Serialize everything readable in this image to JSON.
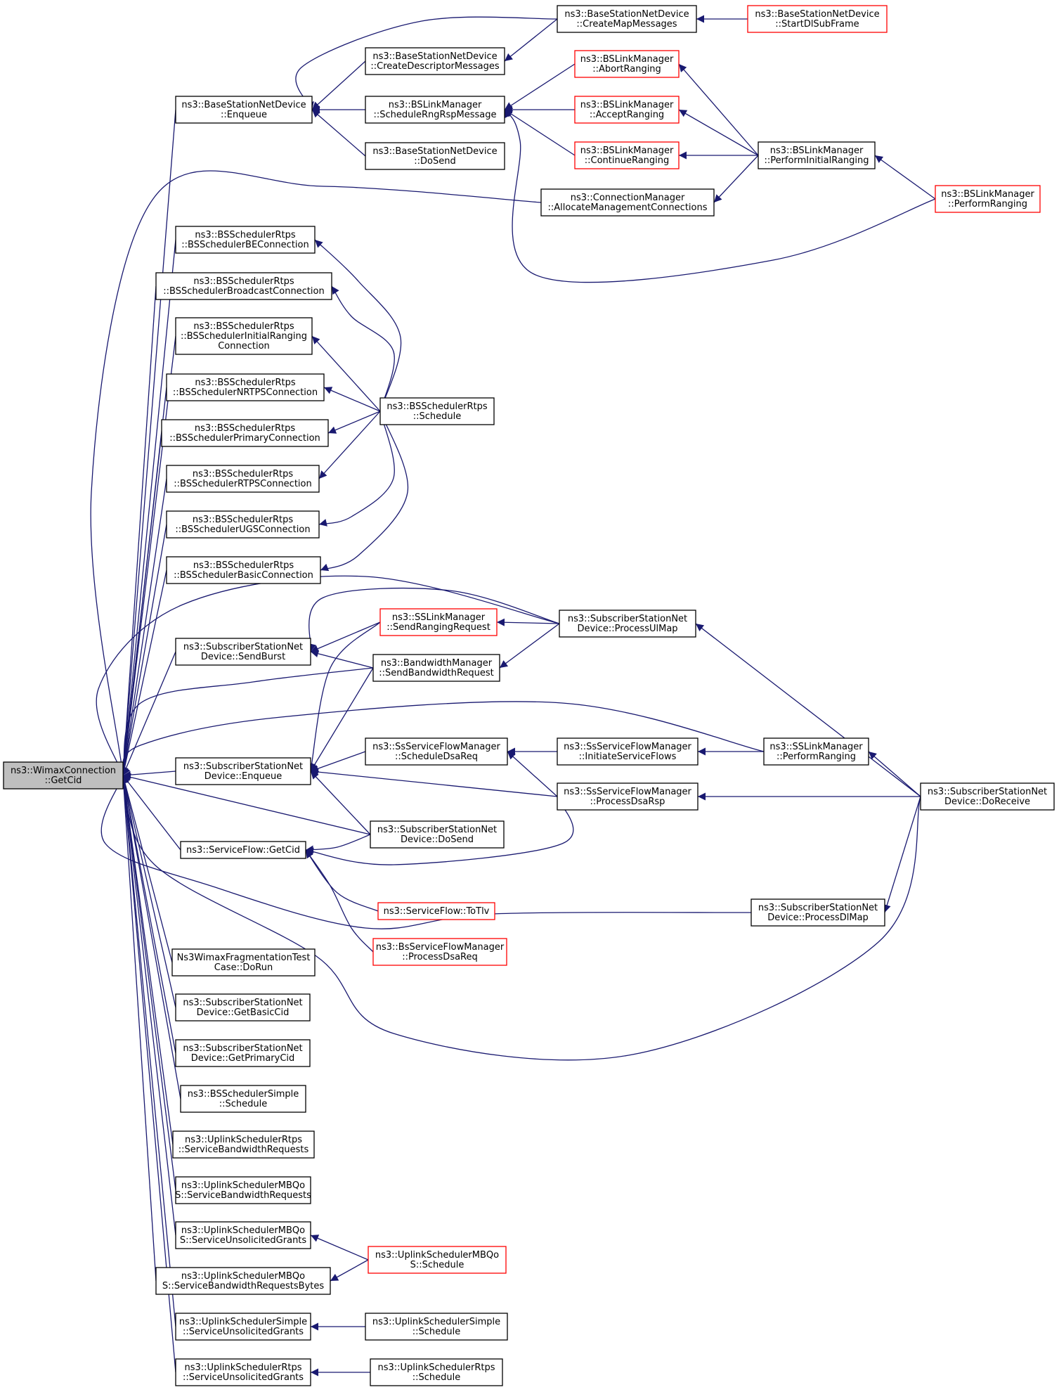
{
  "colors": {
    "edge": "#191970",
    "node_border": "#000000",
    "node_border_truncated": "#ff0000",
    "root_fill": "#bfbfbf",
    "node_fill": "#ffffff"
  },
  "nodes": [
    {
      "id": "root",
      "lines": [
        "ns3::WimaxConnection",
        "::GetCid"
      ],
      "style": "root"
    },
    {
      "id": "bsnd_enq",
      "lines": [
        "ns3::BaseStationNetDevice",
        "::Enqueue"
      ],
      "style": "normal"
    },
    {
      "id": "bsnd_cmm",
      "lines": [
        "ns3::BaseStationNetDevice",
        "::CreateMapMessages"
      ],
      "style": "normal"
    },
    {
      "id": "bsnd_sdl",
      "lines": [
        "ns3::BaseStationNetDevice",
        "::StartDlSubFrame"
      ],
      "style": "truncated"
    },
    {
      "id": "bsnd_cdm",
      "lines": [
        "ns3::BaseStationNetDevice",
        "::CreateDescriptorMessages"
      ],
      "style": "normal"
    },
    {
      "id": "bslm_srr",
      "lines": [
        "ns3::BSLinkManager",
        "::ScheduleRngRspMessage"
      ],
      "style": "normal"
    },
    {
      "id": "bsnd_dos",
      "lines": [
        "ns3::BaseStationNetDevice",
        "::DoSend"
      ],
      "style": "normal"
    },
    {
      "id": "bslm_abr",
      "lines": [
        "ns3::BSLinkManager",
        "::AbortRanging"
      ],
      "style": "truncated"
    },
    {
      "id": "bslm_acr",
      "lines": [
        "ns3::BSLinkManager",
        "::AcceptRanging"
      ],
      "style": "truncated"
    },
    {
      "id": "bslm_cr",
      "lines": [
        "ns3::BSLinkManager",
        "::ContinueRanging"
      ],
      "style": "truncated"
    },
    {
      "id": "bslm_pir",
      "lines": [
        "ns3::BSLinkManager",
        "::PerformInitialRanging"
      ],
      "style": "normal"
    },
    {
      "id": "bslm_pr",
      "lines": [
        "ns3::BSLinkManager",
        "::PerformRanging"
      ],
      "style": "truncated"
    },
    {
      "id": "cm_amc",
      "lines": [
        "ns3::ConnectionManager",
        "::AllocateManagementConnections"
      ],
      "style": "normal"
    },
    {
      "id": "bsr_be",
      "lines": [
        "ns3::BSSchedulerRtps",
        "::BSSchedulerBEConnection"
      ],
      "style": "normal"
    },
    {
      "id": "bsr_bc",
      "lines": [
        "ns3::BSSchedulerRtps",
        "::BSSchedulerBroadcastConnection"
      ],
      "style": "normal"
    },
    {
      "id": "bsr_ir",
      "lines": [
        "ns3::BSSchedulerRtps",
        "::BSSchedulerInitialRanging",
        "Connection"
      ],
      "style": "normal"
    },
    {
      "id": "bsr_nrt",
      "lines": [
        "ns3::BSSchedulerRtps",
        "::BSSchedulerNRTPSConnection"
      ],
      "style": "normal"
    },
    {
      "id": "bsr_pri",
      "lines": [
        "ns3::BSSchedulerRtps",
        "::BSSchedulerPrimaryConnection"
      ],
      "style": "normal"
    },
    {
      "id": "bsr_rtps",
      "lines": [
        "ns3::BSSchedulerRtps",
        "::BSSchedulerRTPSConnection"
      ],
      "style": "normal"
    },
    {
      "id": "bsr_ugs",
      "lines": [
        "ns3::BSSchedulerRtps",
        "::BSSchedulerUGSConnection"
      ],
      "style": "normal"
    },
    {
      "id": "bsr_bas",
      "lines": [
        "ns3::BSSchedulerRtps",
        "::BSSchedulerBasicConnection"
      ],
      "style": "normal"
    },
    {
      "id": "bsr_sch",
      "lines": [
        "ns3::BSSchedulerRtps",
        "::Schedule"
      ],
      "style": "normal"
    },
    {
      "id": "ssnd_sb",
      "lines": [
        "ns3::SubscriberStationNet",
        "Device::SendBurst"
      ],
      "style": "normal"
    },
    {
      "id": "sslm_srr",
      "lines": [
        "ns3::SSLinkManager",
        "::SendRangingRequest"
      ],
      "style": "truncated"
    },
    {
      "id": "bwm_sbr",
      "lines": [
        "ns3::BandwidthManager",
        "::SendBandwidthRequest"
      ],
      "style": "normal"
    },
    {
      "id": "ssnd_pul",
      "lines": [
        "ns3::SubscriberStationNet",
        "Device::ProcessUlMap"
      ],
      "style": "normal"
    },
    {
      "id": "ssnd_enq",
      "lines": [
        "ns3::SubscriberStationNet",
        "Device::Enqueue"
      ],
      "style": "normal"
    },
    {
      "id": "ssfm_sdr",
      "lines": [
        "ns3::SsServiceFlowManager",
        "::ScheduleDsaReq"
      ],
      "style": "normal"
    },
    {
      "id": "ssfm_isf",
      "lines": [
        "ns3::SsServiceFlowManager",
        "::InitiateServiceFlows"
      ],
      "style": "normal"
    },
    {
      "id": "sslm_pr",
      "lines": [
        "ns3::SSLinkManager",
        "::PerformRanging"
      ],
      "style": "normal"
    },
    {
      "id": "ssfm_pdr",
      "lines": [
        "ns3::SsServiceFlowManager",
        "::ProcessDsaRsp"
      ],
      "style": "normal"
    },
    {
      "id": "ssnd_drc",
      "lines": [
        "ns3::SubscriberStationNet",
        "Device::DoReceive"
      ],
      "style": "normal"
    },
    {
      "id": "ssnd_dos",
      "lines": [
        "ns3::SubscriberStationNet",
        "Device::DoSend"
      ],
      "style": "normal"
    },
    {
      "id": "sf_gc",
      "lines": [
        "ns3::ServiceFlow::GetCid"
      ],
      "style": "normal"
    },
    {
      "id": "sf_tt",
      "lines": [
        "ns3::ServiceFlow::ToTlv"
      ],
      "style": "truncated"
    },
    {
      "id": "bsfm_pdr",
      "lines": [
        "ns3::BsServiceFlowManager",
        "::ProcessDsaReq"
      ],
      "style": "truncated"
    },
    {
      "id": "ssnd_pdl",
      "lines": [
        "ns3::SubscriberStationNet",
        "Device::ProcessDlMap"
      ],
      "style": "normal"
    },
    {
      "id": "wfrag",
      "lines": [
        "Ns3WimaxFragmentationTest",
        "Case::DoRun"
      ],
      "style": "normal"
    },
    {
      "id": "ssnd_gbc",
      "lines": [
        "ns3::SubscriberStationNet",
        "Device::GetBasicCid"
      ],
      "style": "normal"
    },
    {
      "id": "ssnd_gpc",
      "lines": [
        "ns3::SubscriberStationNet",
        "Device::GetPrimaryCid"
      ],
      "style": "normal"
    },
    {
      "id": "bss_sch",
      "lines": [
        "ns3::BSSchedulerSimple",
        "::Schedule"
      ],
      "style": "normal"
    },
    {
      "id": "usr_sbr",
      "lines": [
        "ns3::UplinkSchedulerRtps",
        "::ServiceBandwidthRequests"
      ],
      "style": "normal"
    },
    {
      "id": "usm_sbr",
      "lines": [
        "ns3::UplinkSchedulerMBQo",
        "S::ServiceBandwidthRequests"
      ],
      "style": "normal"
    },
    {
      "id": "usm_sug",
      "lines": [
        "ns3::UplinkSchedulerMBQo",
        "S::ServiceUnsolicitedGrants"
      ],
      "style": "normal"
    },
    {
      "id": "usm_sch",
      "lines": [
        "ns3::UplinkSchedulerMBQo",
        "S::Schedule"
      ],
      "style": "truncated"
    },
    {
      "id": "usm_sbrb",
      "lines": [
        "ns3::UplinkSchedulerMBQo",
        "S::ServiceBandwidthRequestsBytes"
      ],
      "style": "normal"
    },
    {
      "id": "uss_sug",
      "lines": [
        "ns3::UplinkSchedulerSimple",
        "::ServiceUnsolicitedGrants"
      ],
      "style": "normal"
    },
    {
      "id": "uss_sch",
      "lines": [
        "ns3::UplinkSchedulerSimple",
        "::Schedule"
      ],
      "style": "normal"
    },
    {
      "id": "usr_sug",
      "lines": [
        "ns3::UplinkSchedulerRtps",
        "::ServiceUnsolicitedGrants"
      ],
      "style": "normal"
    },
    {
      "id": "usr_sch",
      "lines": [
        "ns3::UplinkSchedulerRtps",
        "::Schedule"
      ],
      "style": "normal"
    }
  ],
  "edges": [
    {
      "from": "bsnd_enq",
      "to": "root"
    },
    {
      "from": "bsnd_cmm",
      "to": "bsnd_enq"
    },
    {
      "from": "bsnd_sdl",
      "to": "bsnd_cmm"
    },
    {
      "from": "bsnd_cdm",
      "to": "bsnd_enq"
    },
    {
      "from": "bsnd_cmm",
      "to": "bsnd_cdm"
    },
    {
      "from": "bslm_srr",
      "to": "bsnd_enq"
    },
    {
      "from": "bsnd_dos",
      "to": "bsnd_enq"
    },
    {
      "from": "bslm_abr",
      "to": "bslm_srr"
    },
    {
      "from": "bslm_acr",
      "to": "bslm_srr"
    },
    {
      "from": "bslm_cr",
      "to": "bslm_srr"
    },
    {
      "from": "bslm_pr",
      "to": "bslm_srr"
    },
    {
      "from": "bslm_pir",
      "to": "bslm_abr"
    },
    {
      "from": "bslm_pir",
      "to": "bslm_acr"
    },
    {
      "from": "bslm_pir",
      "to": "bslm_cr"
    },
    {
      "from": "bslm_pr",
      "to": "bslm_pir"
    },
    {
      "from": "cm_amc",
      "to": "root"
    },
    {
      "from": "bslm_pir",
      "to": "cm_amc"
    },
    {
      "from": "bsr_be",
      "to": "root"
    },
    {
      "from": "bsr_bc",
      "to": "root"
    },
    {
      "from": "bsr_ir",
      "to": "root"
    },
    {
      "from": "bsr_nrt",
      "to": "root"
    },
    {
      "from": "bsr_pri",
      "to": "root"
    },
    {
      "from": "bsr_rtps",
      "to": "root"
    },
    {
      "from": "bsr_ugs",
      "to": "root"
    },
    {
      "from": "bsr_bas",
      "to": "root"
    },
    {
      "from": "bsr_sch",
      "to": "bsr_be"
    },
    {
      "from": "bsr_sch",
      "to": "bsr_bc"
    },
    {
      "from": "bsr_sch",
      "to": "bsr_ir"
    },
    {
      "from": "bsr_sch",
      "to": "bsr_nrt"
    },
    {
      "from": "bsr_sch",
      "to": "bsr_pri"
    },
    {
      "from": "bsr_sch",
      "to": "bsr_rtps"
    },
    {
      "from": "bsr_sch",
      "to": "bsr_ugs"
    },
    {
      "from": "bsr_sch",
      "to": "bsr_bas"
    },
    {
      "from": "ssnd_pul",
      "to": "root"
    },
    {
      "from": "ssnd_sb",
      "to": "root"
    },
    {
      "from": "ssnd_pul",
      "to": "ssnd_sb"
    },
    {
      "from": "sslm_srr",
      "to": "ssnd_sb"
    },
    {
      "from": "bwm_sbr",
      "to": "ssnd_sb"
    },
    {
      "from": "ssnd_pul",
      "to": "sslm_srr"
    },
    {
      "from": "ssnd_pul",
      "to": "bwm_sbr"
    },
    {
      "from": "ssnd_drc",
      "to": "ssnd_pul"
    },
    {
      "from": "bwm_sbr",
      "to": "root"
    },
    {
      "from": "sslm_pr",
      "to": "root"
    },
    {
      "from": "ssnd_enq",
      "to": "root"
    },
    {
      "from": "sslm_srr",
      "to": "ssnd_enq"
    },
    {
      "from": "bwm_sbr",
      "to": "ssnd_enq"
    },
    {
      "from": "ssfm_sdr",
      "to": "ssnd_enq"
    },
    {
      "from": "ssfm_pdr",
      "to": "ssnd_enq"
    },
    {
      "from": "ssnd_dos",
      "to": "ssnd_enq"
    },
    {
      "from": "ssfm_isf",
      "to": "ssfm_sdr"
    },
    {
      "from": "ssfm_pdr",
      "to": "ssfm_sdr"
    },
    {
      "from": "sslm_pr",
      "to": "ssfm_isf"
    },
    {
      "from": "ssnd_drc",
      "to": "sslm_pr"
    },
    {
      "from": "ssnd_drc",
      "to": "ssfm_pdr"
    },
    {
      "from": "ssnd_dos",
      "to": "root"
    },
    {
      "from": "sf_gc",
      "to": "root"
    },
    {
      "from": "ssnd_dos",
      "to": "sf_gc"
    },
    {
      "from": "ssfm_pdr",
      "to": "sf_gc"
    },
    {
      "from": "sf_tt",
      "to": "sf_gc"
    },
    {
      "from": "bsfm_pdr",
      "to": "sf_gc"
    },
    {
      "from": "ssnd_pdl",
      "to": "root"
    },
    {
      "from": "ssnd_drc",
      "to": "ssnd_pdl"
    },
    {
      "from": "ssnd_drc",
      "to": "root"
    },
    {
      "from": "wfrag",
      "to": "root"
    },
    {
      "from": "ssnd_gbc",
      "to": "root"
    },
    {
      "from": "ssnd_gpc",
      "to": "root"
    },
    {
      "from": "bss_sch",
      "to": "root"
    },
    {
      "from": "usr_sbr",
      "to": "root"
    },
    {
      "from": "usm_sbr",
      "to": "root"
    },
    {
      "from": "usm_sug",
      "to": "root"
    },
    {
      "from": "usm_sch",
      "to": "usm_sug"
    },
    {
      "from": "usm_sbrb",
      "to": "root"
    },
    {
      "from": "usm_sch",
      "to": "usm_sbrb"
    },
    {
      "from": "uss_sug",
      "to": "root"
    },
    {
      "from": "uss_sch",
      "to": "uss_sug"
    },
    {
      "from": "usr_sug",
      "to": "root"
    },
    {
      "from": "usr_sch",
      "to": "usr_sug"
    }
  ]
}
